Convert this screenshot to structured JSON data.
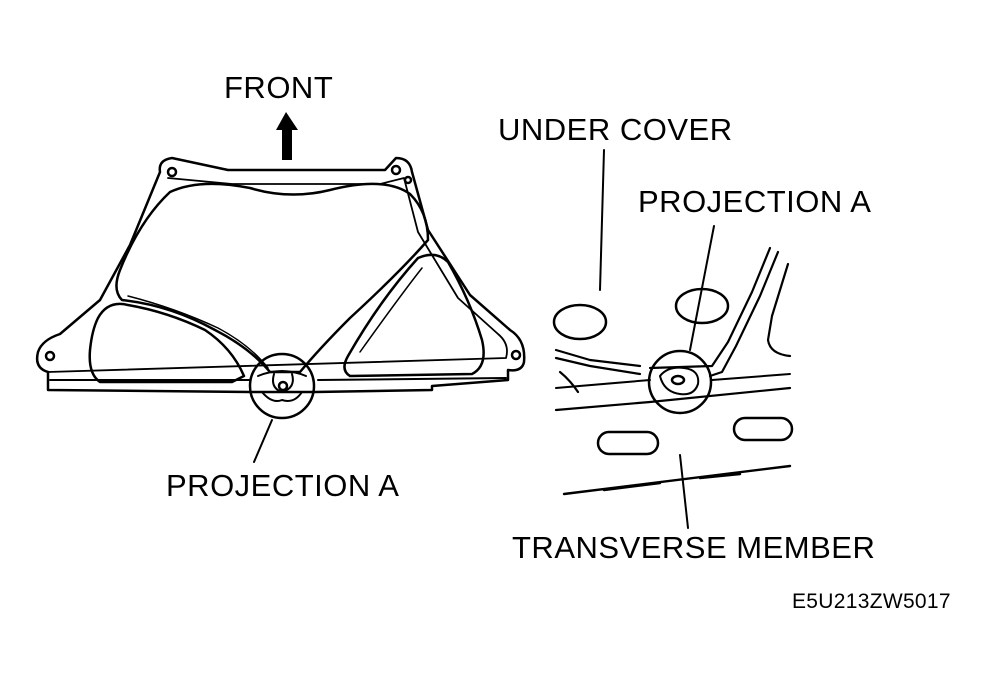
{
  "labels": {
    "front": "FRONT",
    "under_cover": "UNDER COVER",
    "projection_a_right": "PROJECTION A",
    "projection_a_left": "PROJECTION A",
    "transverse_member": "TRANSVERSE MEMBER",
    "figure_code": "E5U213ZW5017"
  },
  "colors": {
    "ink": "#000000",
    "paper": "#ffffff"
  },
  "icons": {
    "front_arrow": "arrow-up-icon"
  }
}
